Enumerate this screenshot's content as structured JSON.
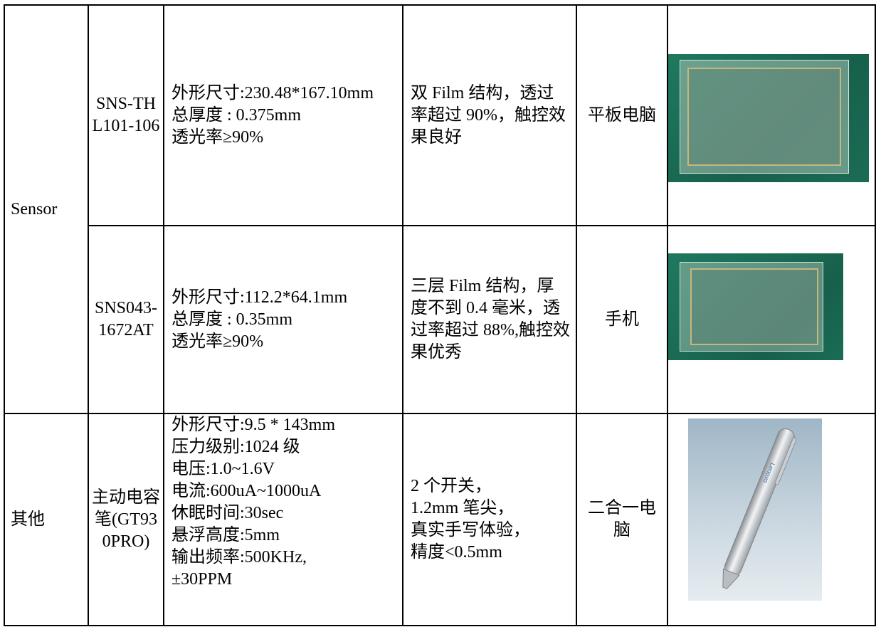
{
  "rows": [
    {
      "category": "Sensor",
      "model": "SNS-THL101-106",
      "spec_lines": [
        "外形尺寸:230.48*167.10mm",
        "总厚度 : 0.375mm",
        "透光率≥90%"
      ],
      "feature": "双 Film 结构，透过率超过 90%，触控效果良好",
      "application": "平板电脑",
      "image_icon": "touch-sensor-film-photo"
    },
    {
      "category": "Sensor",
      "model": "SNS043-1672AT",
      "spec_lines": [
        "外形尺寸:112.2*64.1mm",
        "总厚度 : 0.35mm",
        "透光率≥90%"
      ],
      "feature": "三层 Film 结构，厚度不到 0.4 毫米，透过率超过 88%,触控效果优秀",
      "application": "手机",
      "image_icon": "touch-sensor-film-photo"
    },
    {
      "category": "其他",
      "model": "主动电容笔(GT930PRO)",
      "spec_lines": [
        "外形尺寸:9.5 * 143mm",
        "压力级别:1024 级",
        "电压:1.0~1.6V",
        "电流:600uA~1000uA",
        "休眠时间:30sec",
        "悬浮高度:5mm",
        "输出频率:500KHz,",
        "±30PPM"
      ],
      "feature_lines": [
        "2 个开关，",
        "1.2mm 笔尖，",
        "真实手写体验，",
        "精度<0.5mm"
      ],
      "application": "二合一电脑",
      "image_icon": "stylus-pen-photo",
      "pen_brand": "Lenovo"
    }
  ],
  "colors": {
    "border": "#000000",
    "photo_green": "#1b6a55",
    "pen_bg": "#c9d6df"
  }
}
